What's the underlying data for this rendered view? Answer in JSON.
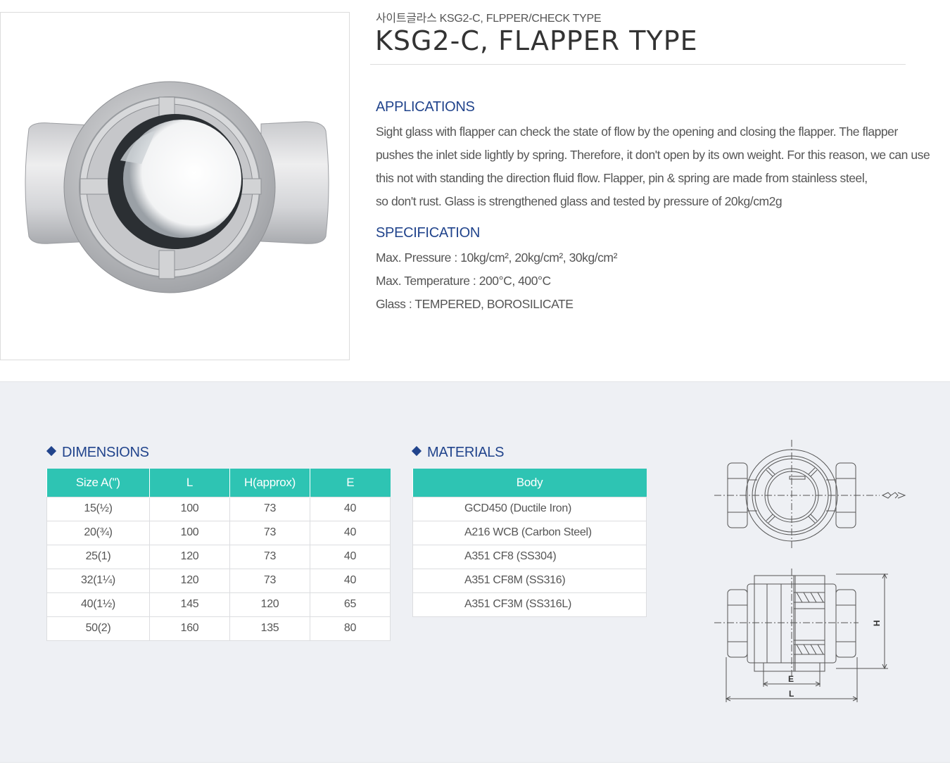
{
  "header": {
    "subtitle": "사이트글라스 KSG2-C, FLPPER/CHECK TYPE",
    "title": "KSG2-C, FLAPPER TYPE"
  },
  "applications": {
    "heading": "APPLICATIONS",
    "lines": [
      "Sight glass with flapper can check the state of flow by the opening and closing the flapper. The flapper",
      "pushes the inlet side lightly by spring. Therefore, it don't open by its own weight. For this reason, we can use",
      "this not with standing the direction fluid flow. Flapper, pin & spring are made from stainless steel,",
      "so don't rust. Glass is strengthened glass and tested by pressure of 20kg/cm2g"
    ]
  },
  "specification": {
    "heading": "SPECIFICATION",
    "lines": [
      "Max. Pressure : 10kg/cm², 20kg/cm², 30kg/cm²",
      "Max. Temperature : 200°C, 400°C",
      "Glass : TEMPERED, BOROSILICATE"
    ]
  },
  "dimensions": {
    "heading": "DIMENSIONS",
    "columns": [
      "Size A(\")",
      "L",
      "H(approx)",
      "E"
    ],
    "rows": [
      [
        "15(½)",
        "100",
        "73",
        "40"
      ],
      [
        "20(¾)",
        "100",
        "73",
        "40"
      ],
      [
        "25(1)",
        "120",
        "73",
        "40"
      ],
      [
        "32(1¼)",
        "120",
        "73",
        "40"
      ],
      [
        "40(1½)",
        "145",
        "120",
        "65"
      ],
      [
        "50(2)",
        "160",
        "135",
        "80"
      ]
    ]
  },
  "materials": {
    "heading": "MATERIALS",
    "column": "Body",
    "rows": [
      "GCD450 (Ductile Iron)",
      "A216 WCB (Carbon Steel)",
      "A351 CF8 (SS304)",
      "A351 CF8M (SS316)",
      "A351 CF3M (SS316L)"
    ]
  },
  "drawing": {
    "label_h": "H",
    "label_e": "E",
    "label_l": "L"
  },
  "colors": {
    "heading_blue": "#21448c",
    "table_header_teal": "#2ec4b3",
    "band_gray": "#eef0f4"
  }
}
